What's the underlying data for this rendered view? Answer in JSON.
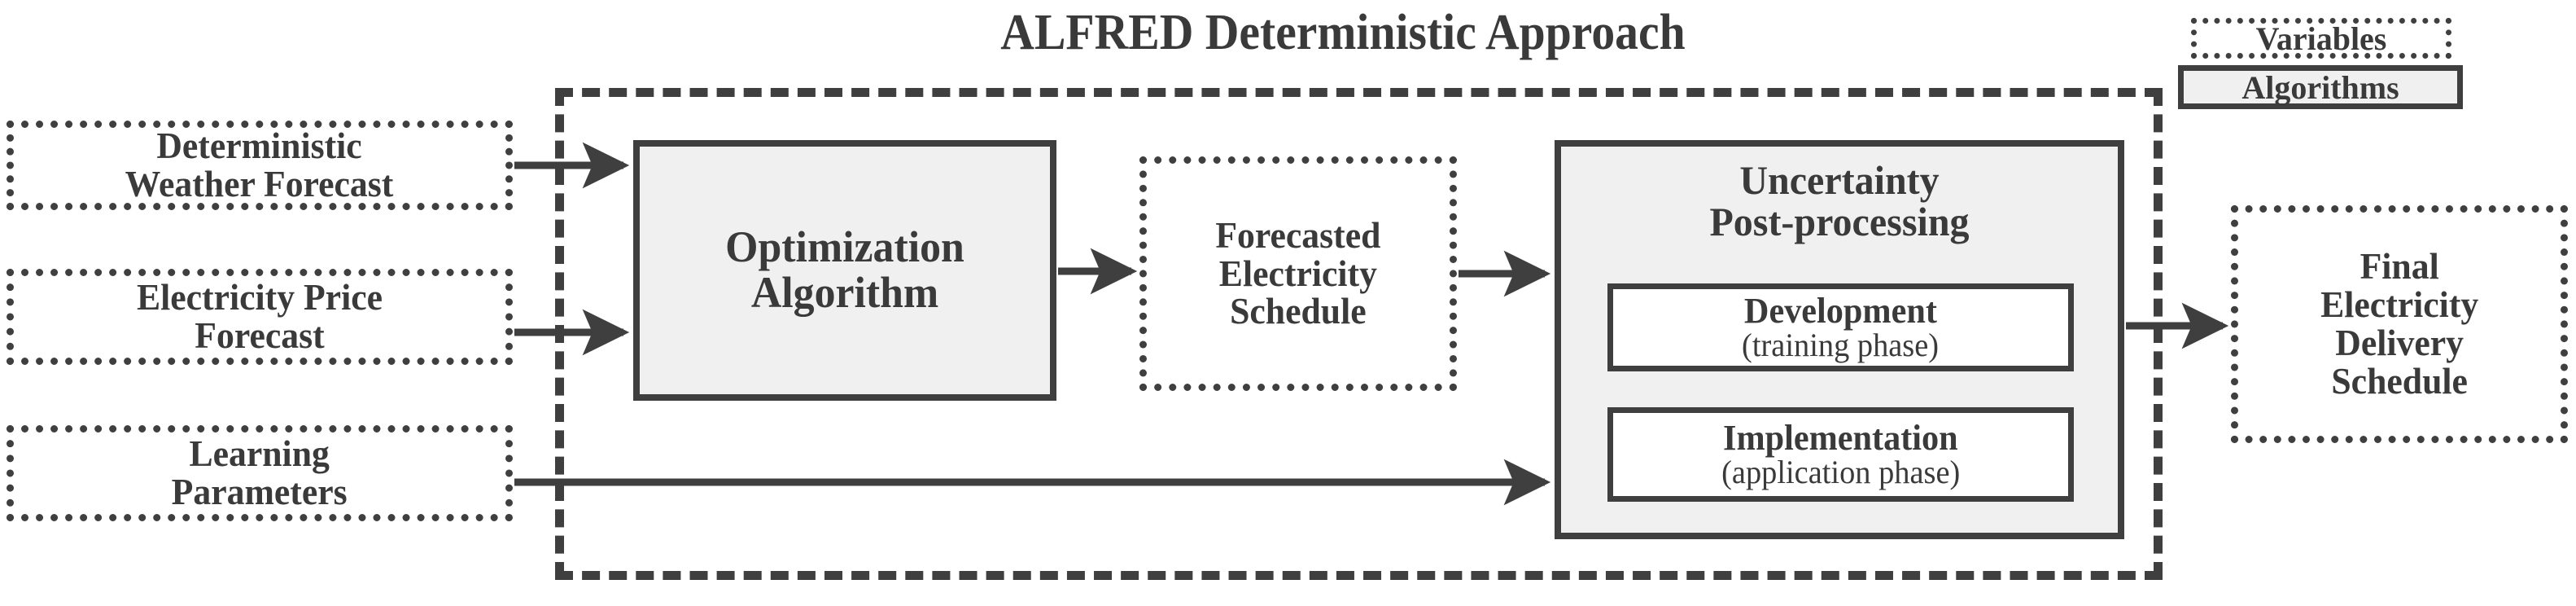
{
  "title": "ALFRED Deterministic Approach",
  "legend": {
    "variables_label": "Variables",
    "algorithms_label": "Algorithms"
  },
  "inputs": [
    {
      "id": "deterministic-weather-forecast",
      "line1": "Deterministic",
      "line2": "Weather Forecast"
    },
    {
      "id": "electricity-price-forecast",
      "line1": "Electricity Price",
      "line2": "Forecast"
    },
    {
      "id": "learning-parameters",
      "line1": "Learning",
      "line2": "Parameters"
    }
  ],
  "optimization": {
    "line1": "Optimization",
    "line2": "Algorithm"
  },
  "forecasted_schedule": {
    "line1": "Forecasted",
    "line2": "Electricity",
    "line3": "Schedule"
  },
  "uncertainty": {
    "heading_line1": "Uncertainty",
    "heading_line2": "Post-processing",
    "subboxes": [
      {
        "id": "development",
        "title": "Development",
        "subtitle": "(training phase)"
      },
      {
        "id": "implementation",
        "title": "Implementation",
        "subtitle": "(application phase)"
      }
    ]
  },
  "final_schedule": {
    "line1": "Final",
    "line2": "Electricity",
    "line3": "Delivery",
    "line4": "Schedule"
  },
  "colors": {
    "stroke": "#3f3f3f",
    "text": "#3a3a3a",
    "algorithm_fill": "#f0f0f0",
    "variable_fill": "#ffffff",
    "background": "#ffffff"
  }
}
